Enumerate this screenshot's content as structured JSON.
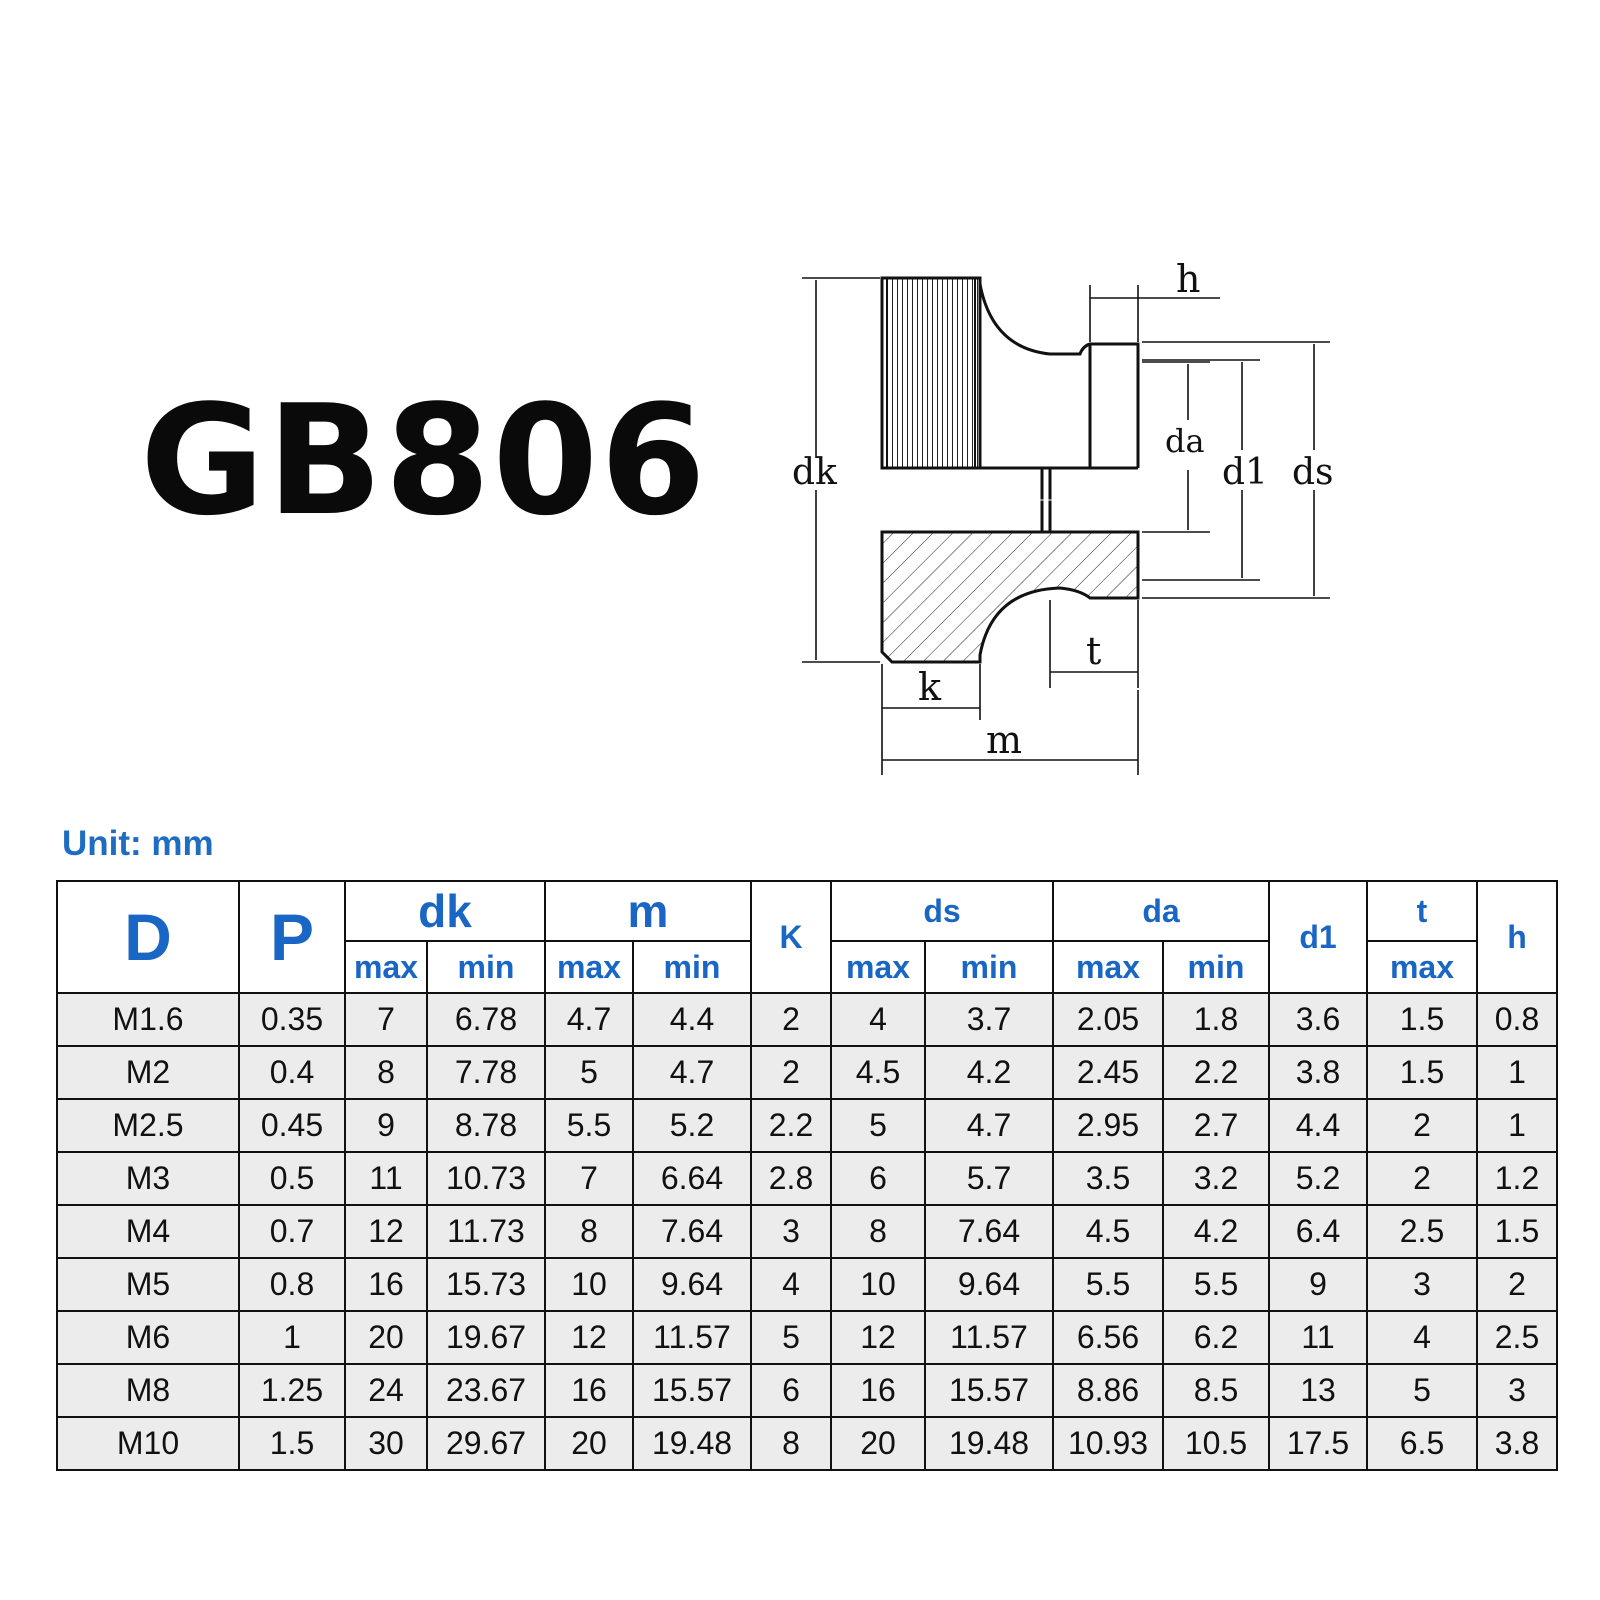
{
  "title": "GB806",
  "unit_label": "Unit: mm",
  "diagram": {
    "labels": {
      "h": "h",
      "dk": "dk",
      "da": "da",
      "d1": "d1",
      "ds": "ds",
      "t": "t",
      "k": "k",
      "m": "m"
    }
  },
  "table": {
    "headers": {
      "D": "D",
      "P": "P",
      "dk": "dk",
      "m": "m",
      "K": "K",
      "ds": "ds",
      "da": "da",
      "d1": "d1",
      "t": "t",
      "h": "h"
    },
    "subheaders": {
      "dk_max": "max",
      "dk_min": "min",
      "m_max": "max",
      "m_min": "min",
      "ds_max": "max",
      "ds_min": "min",
      "da_max": "max",
      "da_min": "min",
      "t_max": "max"
    },
    "rows": [
      [
        "M1.6",
        "0.35",
        "7",
        "6.78",
        "4.7",
        "4.4",
        "2",
        "4",
        "3.7",
        "2.05",
        "1.8",
        "3.6",
        "1.5",
        "0.8"
      ],
      [
        "M2",
        "0.4",
        "8",
        "7.78",
        "5",
        "4.7",
        "2",
        "4.5",
        "4.2",
        "2.45",
        "2.2",
        "3.8",
        "1.5",
        "1"
      ],
      [
        "M2.5",
        "0.45",
        "9",
        "8.78",
        "5.5",
        "5.2",
        "2.2",
        "5",
        "4.7",
        "2.95",
        "2.7",
        "4.4",
        "2",
        "1"
      ],
      [
        "M3",
        "0.5",
        "11",
        "10.73",
        "7",
        "6.64",
        "2.8",
        "6",
        "5.7",
        "3.5",
        "3.2",
        "5.2",
        "2",
        "1.2"
      ],
      [
        "M4",
        "0.7",
        "12",
        "11.73",
        "8",
        "7.64",
        "3",
        "8",
        "7.64",
        "4.5",
        "4.2",
        "6.4",
        "2.5",
        "1.5"
      ],
      [
        "M5",
        "0.8",
        "16",
        "15.73",
        "10",
        "9.64",
        "4",
        "10",
        "9.64",
        "5.5",
        "5.5",
        "9",
        "3",
        "2"
      ],
      [
        "M6",
        "1",
        "20",
        "19.67",
        "12",
        "11.57",
        "5",
        "12",
        "11.57",
        "6.56",
        "6.2",
        "11",
        "4",
        "2.5"
      ],
      [
        "M8",
        "1.25",
        "24",
        "23.67",
        "16",
        "15.57",
        "6",
        "16",
        "15.57",
        "8.86",
        "8.5",
        "13",
        "5",
        "3"
      ],
      [
        "M10",
        "1.5",
        "30",
        "29.67",
        "20",
        "19.48",
        "8",
        "20",
        "19.48",
        "10.93",
        "10.5",
        "17.5",
        "6.5",
        "3.8"
      ]
    ]
  }
}
